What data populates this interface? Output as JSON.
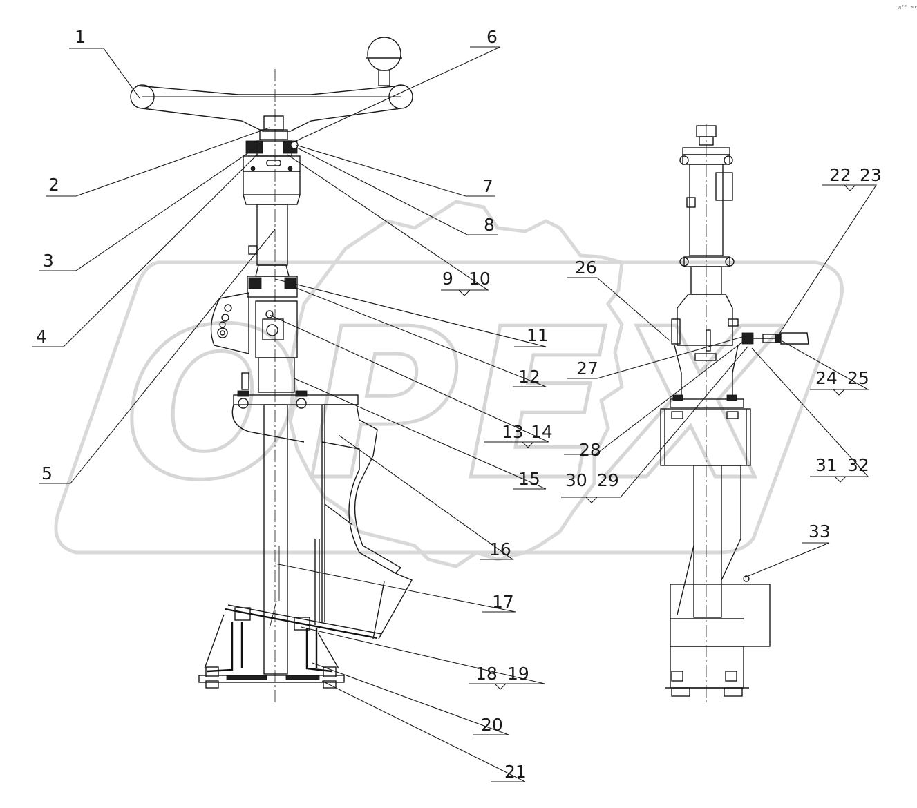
{
  "watermark": {
    "text": "OPEX"
  },
  "corner_code": "д⁰⁰ эоэ",
  "callouts": [
    {
      "id": "c1",
      "text": "1"
    },
    {
      "id": "c2",
      "text": "2"
    },
    {
      "id": "c3",
      "text": "3"
    },
    {
      "id": "c4",
      "text": "4"
    },
    {
      "id": "c5",
      "text": "5"
    },
    {
      "id": "c6",
      "text": "6"
    },
    {
      "id": "c7",
      "text": "7"
    },
    {
      "id": "c8",
      "text": "8"
    },
    {
      "id": "c9",
      "text": "9"
    },
    {
      "id": "c10",
      "text": "10"
    },
    {
      "id": "c11",
      "text": "11"
    },
    {
      "id": "c12",
      "text": "12"
    },
    {
      "id": "c13",
      "text": "13"
    },
    {
      "id": "c14",
      "text": "14"
    },
    {
      "id": "c15",
      "text": "15"
    },
    {
      "id": "c16",
      "text": "16"
    },
    {
      "id": "c17",
      "text": "17"
    },
    {
      "id": "c18",
      "text": "18"
    },
    {
      "id": "c19",
      "text": "19"
    },
    {
      "id": "c20",
      "text": "20"
    },
    {
      "id": "c21",
      "text": "21"
    },
    {
      "id": "c22",
      "text": "22"
    },
    {
      "id": "c23",
      "text": "23"
    },
    {
      "id": "c24",
      "text": "24"
    },
    {
      "id": "c25",
      "text": "25"
    },
    {
      "id": "c26",
      "text": "26"
    },
    {
      "id": "c27",
      "text": "27"
    },
    {
      "id": "c28",
      "text": "28"
    },
    {
      "id": "c29",
      "text": "29"
    },
    {
      "id": "c30",
      "text": "30"
    },
    {
      "id": "c31",
      "text": "31"
    },
    {
      "id": "c32",
      "text": "32"
    },
    {
      "id": "c33",
      "text": "33"
    }
  ]
}
